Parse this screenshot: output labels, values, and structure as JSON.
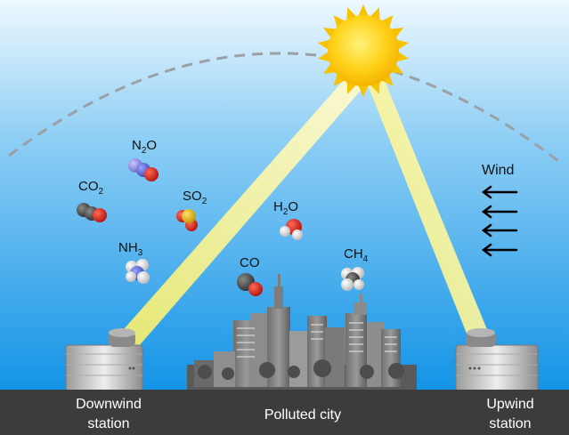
{
  "labels": {
    "wind": "Wind",
    "downwind_line1": "Downwind",
    "downwind_line2": "station",
    "city": "Polluted city",
    "upwind_line1": "Upwind",
    "upwind_line2": "station"
  },
  "molecules": [
    {
      "id": "n2o",
      "base": "N",
      "sub": "2",
      "tail": "O"
    },
    {
      "id": "co2",
      "base": "CO",
      "sub": "2",
      "tail": ""
    },
    {
      "id": "so2",
      "base": "SO",
      "sub": "2",
      "tail": ""
    },
    {
      "id": "h2o",
      "base": "H",
      "sub": "2",
      "tail": "O"
    },
    {
      "id": "nh3",
      "base": "NH",
      "sub": "3",
      "tail": ""
    },
    {
      "id": "co",
      "base": "CO",
      "sub": "",
      "tail": ""
    },
    {
      "id": "ch4",
      "base": "CH",
      "sub": "4",
      "tail": ""
    }
  ],
  "colors": {
    "sky_top": "#eaf6fd",
    "sky_bottom": "#1796e8",
    "sun": "#ffd11a",
    "beam": "#fff27a",
    "ground": "#3a3a3a",
    "orbit_dash": "#9aa0a6"
  },
  "icons": [
    "sun-icon",
    "wind-arrow-icon",
    "spectrometer-station-icon",
    "city-skyline-icon"
  ]
}
